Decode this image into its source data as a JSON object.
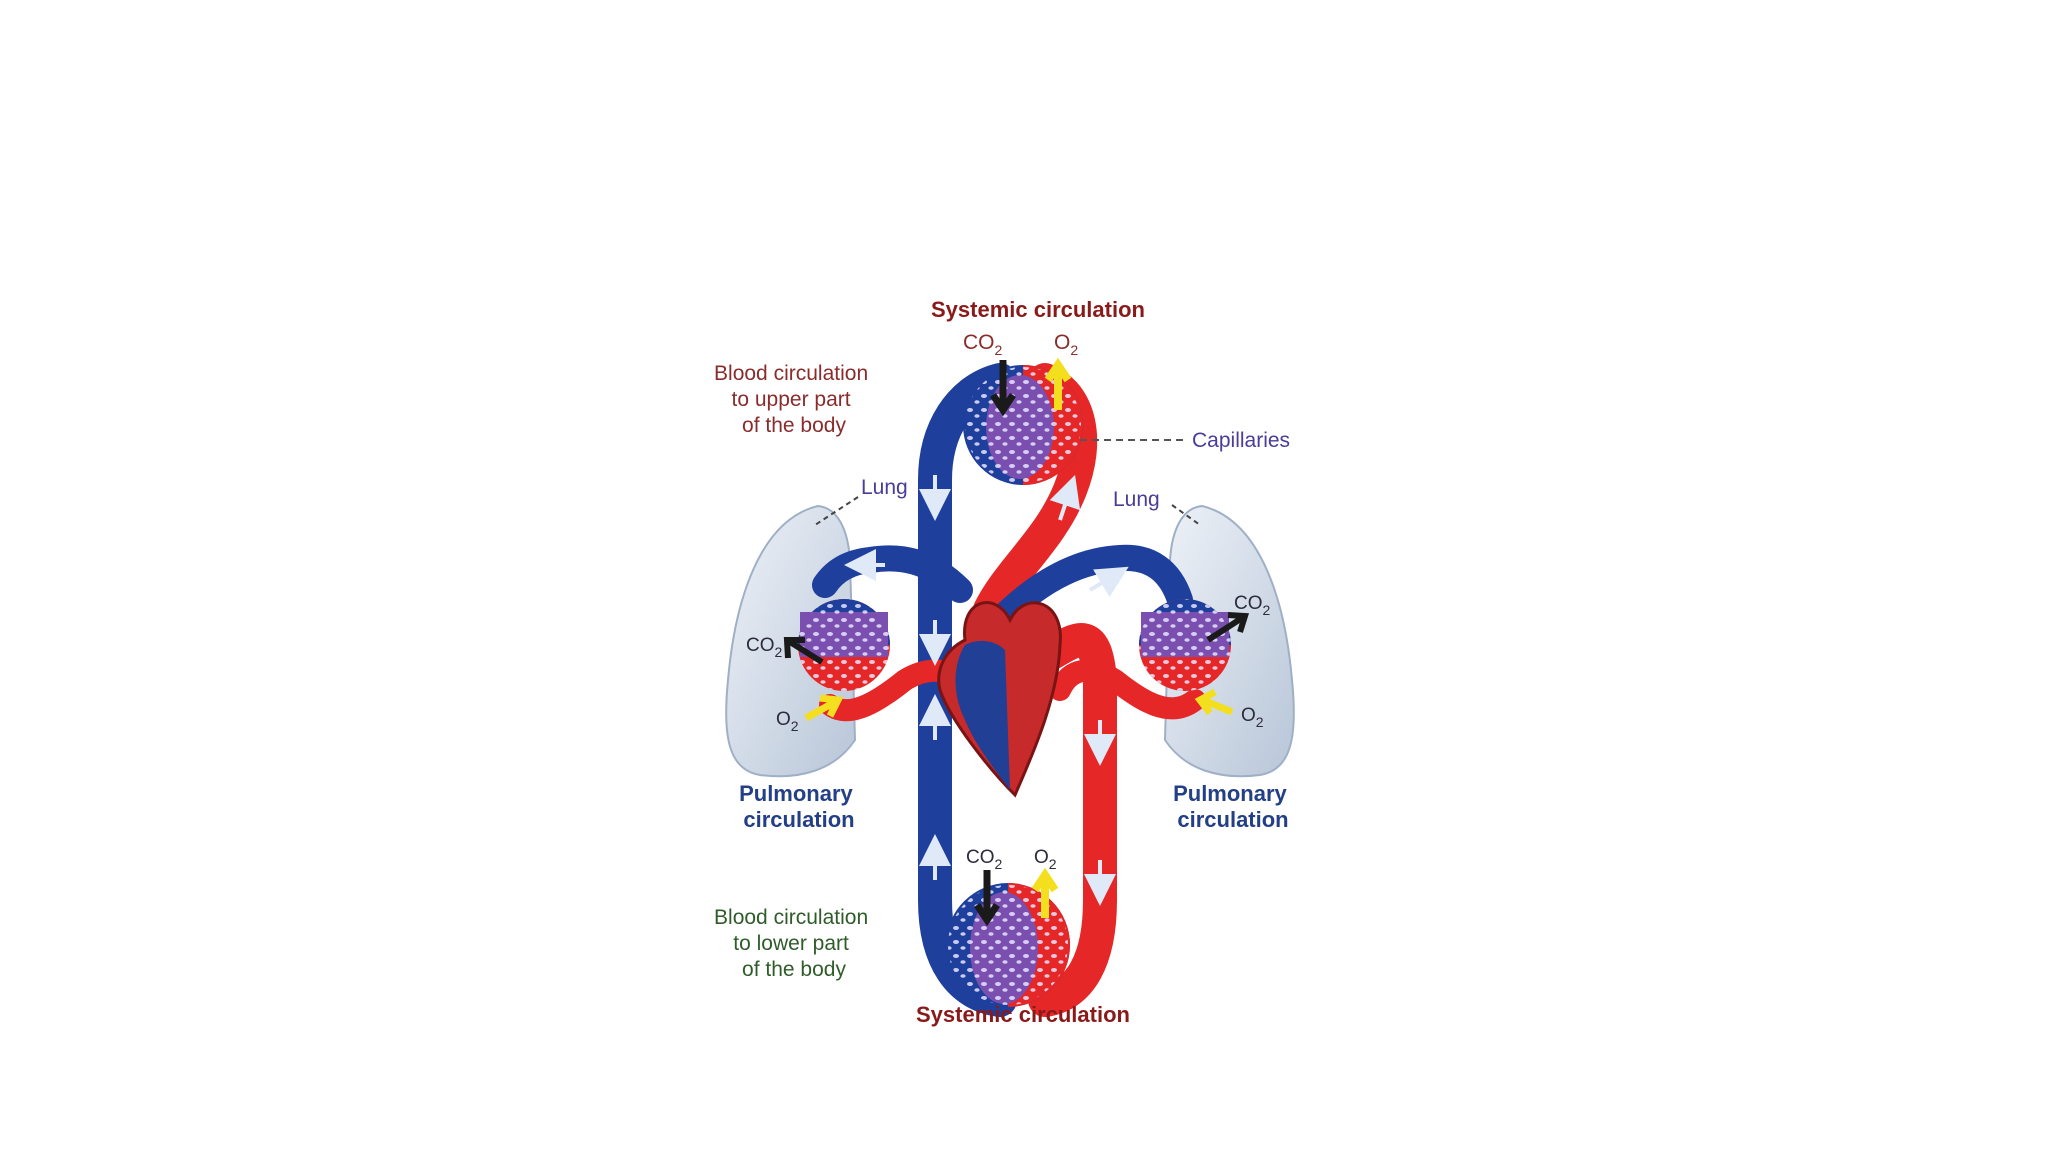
{
  "labels": {
    "systemic_top": "Systemic circulation",
    "systemic_bottom": "Systemic circulation",
    "upper_body": [
      "Blood circulation",
      "to upper part",
      "of the body"
    ],
    "lower_body": [
      "Blood circulation",
      "to lower part",
      "of the body"
    ],
    "capillaries": "Capillaries",
    "lung_left": "Lung",
    "lung_right": "Lung",
    "pulmonary_left": [
      "Pulmonary",
      "circulation"
    ],
    "pulmonary_right": [
      "Pulmonary",
      "circulation"
    ],
    "co2_base": "CO",
    "o2_base": "O",
    "gas_subscript": "2"
  },
  "colors": {
    "deoxygenated": "#1e3f9c",
    "oxygenated": "#e52727",
    "capillary_mix": "#7a4fb0",
    "lung": "#d6e0ec",
    "o2_arrow": "#f3df1e",
    "co2_arrow": "#1a1a1a",
    "flow_arrow": "#dfe9f7"
  },
  "icons": [
    "heart-icon",
    "lung-icon",
    "capillary-bed-icon",
    "flow-arrow-icon",
    "gas-exchange-arrow-icon"
  ]
}
